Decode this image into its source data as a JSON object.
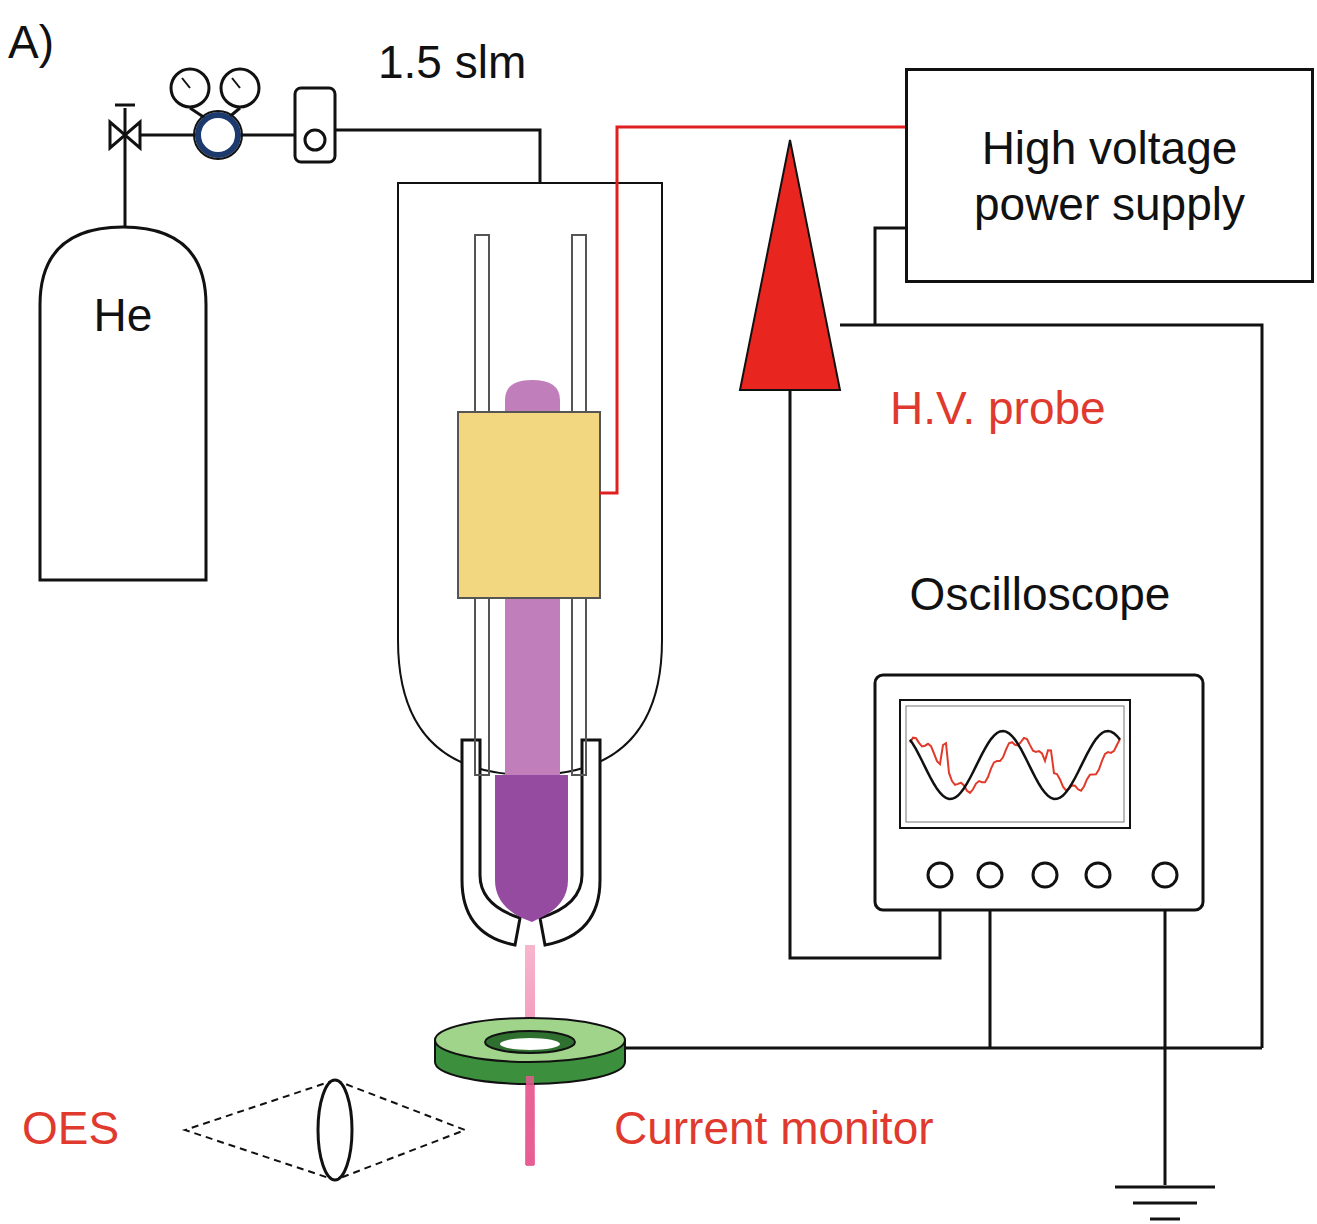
{
  "diagram": {
    "nodes": [
      {
        "text": [
          "He"
        ]
      },
      {
        "text": [
          "High voltage power supply"
        ]
      },
      {
        "text": [
          "Oscilloscope"
        ]
      }
    ],
    "labels": [
      "A)",
      "1.5 slm",
      "H.V. probe",
      "OES",
      "Current monitor"
    ]
  }
}
